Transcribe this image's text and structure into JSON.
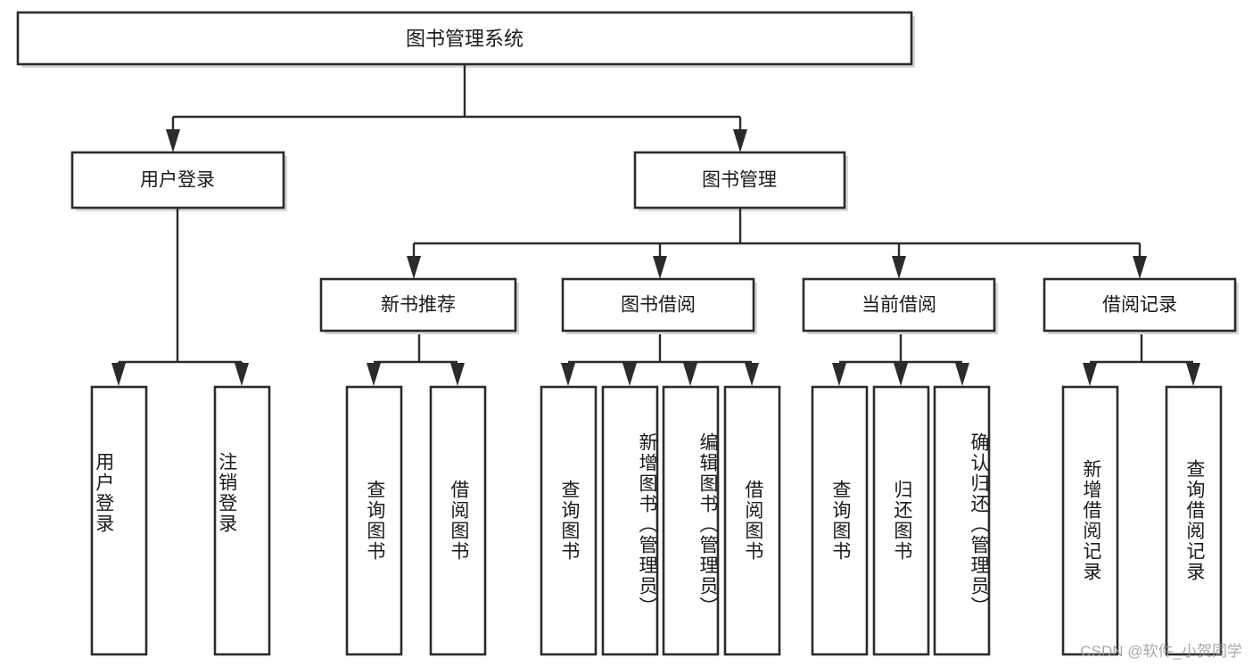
{
  "diagram": {
    "title": "图书管理系统",
    "type": "hierarchy-tree",
    "root": {
      "id": "root",
      "label": "图书管理系统",
      "orientation": "horizontal"
    },
    "level2": [
      {
        "id": "user-login",
        "label": "用户登录",
        "orientation": "horizontal"
      },
      {
        "id": "book-management",
        "label": "图书管理",
        "orientation": "horizontal"
      }
    ],
    "level3": [
      {
        "id": "new-book-recommend",
        "label": "新书推荐",
        "orientation": "horizontal",
        "parent": "book-management"
      },
      {
        "id": "book-borrow",
        "label": "图书借阅",
        "orientation": "horizontal",
        "parent": "book-management"
      },
      {
        "id": "current-borrow",
        "label": "当前借阅",
        "orientation": "horizontal",
        "parent": "book-management"
      },
      {
        "id": "borrow-record",
        "label": "借阅记录",
        "orientation": "horizontal",
        "parent": "book-management"
      }
    ],
    "leaves": [
      {
        "id": "leaf-user-login",
        "label": "用户登录",
        "parent": "user-login",
        "orientation": "vertical"
      },
      {
        "id": "leaf-logout-login",
        "label": "注销登录",
        "parent": "user-login",
        "orientation": "vertical"
      },
      {
        "id": "leaf-query-book-1",
        "label": "查询图书",
        "parent": "new-book-recommend",
        "orientation": "vertical"
      },
      {
        "id": "leaf-borrow-book-1",
        "label": "借阅图书",
        "parent": "new-book-recommend",
        "orientation": "vertical"
      },
      {
        "id": "leaf-query-book-2",
        "label": "查询图书",
        "parent": "book-borrow",
        "orientation": "vertical"
      },
      {
        "id": "leaf-add-book",
        "label": "新增图书（管理员）",
        "parent": "book-borrow",
        "orientation": "vertical"
      },
      {
        "id": "leaf-edit-book",
        "label": "编辑图书（管理员）",
        "parent": "book-borrow",
        "orientation": "vertical"
      },
      {
        "id": "leaf-borrow-book-2",
        "label": "借阅图书",
        "parent": "book-borrow",
        "orientation": "vertical"
      },
      {
        "id": "leaf-query-book-3",
        "label": "查询图书",
        "parent": "current-borrow",
        "orientation": "vertical"
      },
      {
        "id": "leaf-return-book",
        "label": "归还图书",
        "parent": "current-borrow",
        "orientation": "vertical"
      },
      {
        "id": "leaf-confirm-return",
        "label": "确认归还（管理员）",
        "parent": "current-borrow",
        "orientation": "vertical"
      },
      {
        "id": "leaf-add-record",
        "label": "新增借阅记录",
        "parent": "borrow-record",
        "orientation": "vertical"
      },
      {
        "id": "leaf-query-record",
        "label": "查询借阅记录",
        "parent": "borrow-record",
        "orientation": "vertical"
      }
    ],
    "colors": {
      "box_fill": "#ffffff",
      "box_stroke": "#2b2b2b",
      "connector": "#2b2b2b",
      "text": "#1a1a1a",
      "background": "#ffffff",
      "watermark": "#9a9a9a"
    }
  },
  "watermark": {
    "text": "CSDN @软件_小贺同学"
  }
}
